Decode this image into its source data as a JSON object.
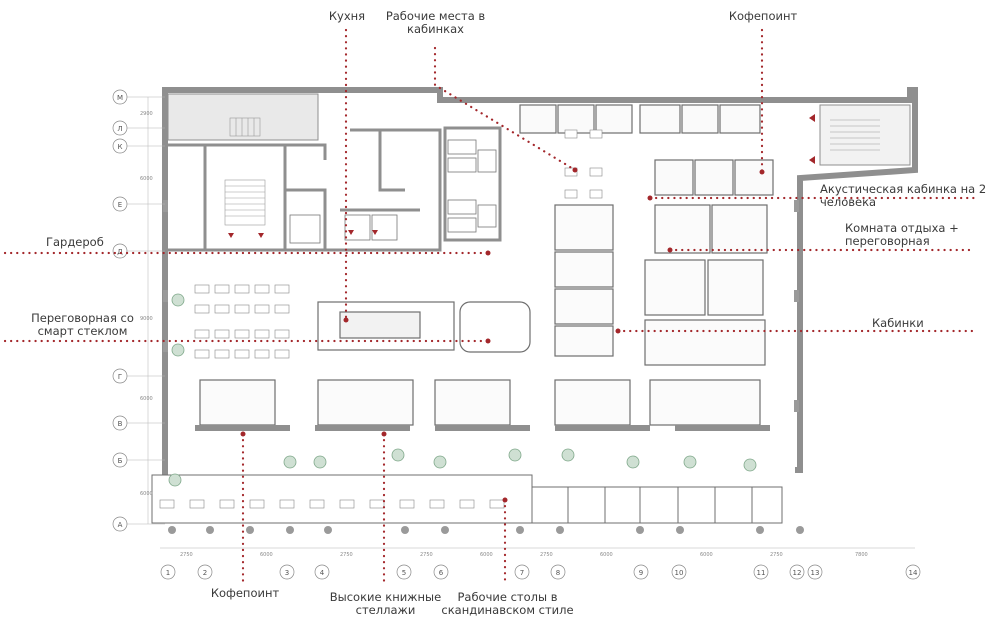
{
  "labels": {
    "kitchen": "Кухня",
    "cabin_workplaces": "Рабочие места в\nкабинках",
    "coffee_top": "Кофепоинт",
    "acoustic_booth": "Акустическая кабинка на 2\nчеловека",
    "cloakroom": "Гардероб",
    "lounge_meeting": "Комната отдыха +\nпереговорная",
    "meeting_smart_glass": "Переговорная со\nсмарт стеклом",
    "cabins": "Кабинки",
    "coffee_bottom": "Кофепоинт",
    "bookshelves": "Высокие книжные\nстеллажи",
    "scandi_desks": "Рабочие столы в\nскандинавском стиле"
  },
  "axes": {
    "rows": [
      "М",
      "Л",
      "К",
      "Е",
      "Д",
      "Г",
      "В",
      "Б",
      "А"
    ],
    "columns": [
      "1",
      "2",
      "3",
      "4",
      "5",
      "6",
      "7",
      "8",
      "9",
      "10",
      "11",
      "12",
      "13",
      "14"
    ]
  },
  "colors": {
    "accent": "#a3272b",
    "wall": "#8f8f8f",
    "line": "#6f6f6f",
    "plant": "#7fa88a"
  }
}
